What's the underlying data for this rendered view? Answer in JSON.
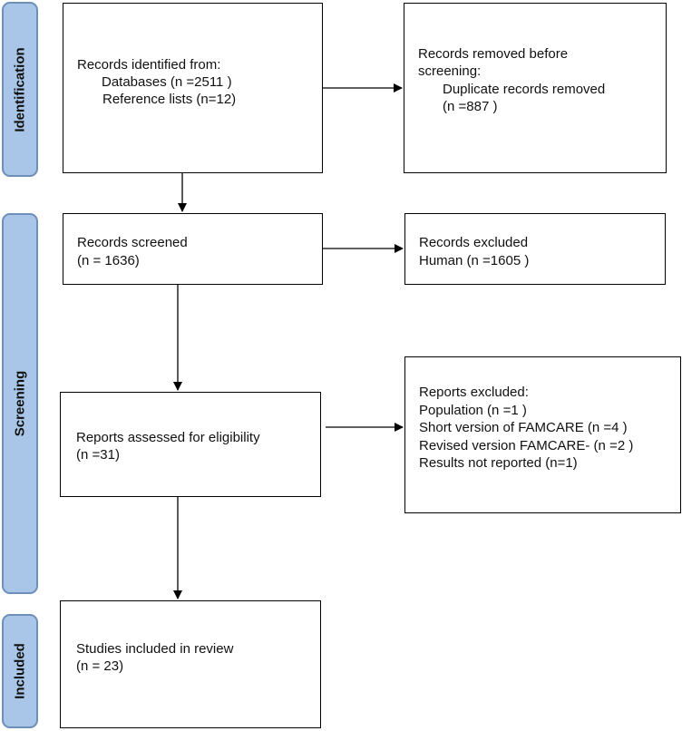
{
  "phases": {
    "identification": "Identification",
    "screening": "Screening",
    "included": "Included"
  },
  "identified": {
    "line1": "Records identified from:",
    "line2": "Databases (n =2511 )",
    "line3": "Reference lists (n=12)"
  },
  "removed": {
    "line1": "Records removed before",
    "line2": "screening:",
    "line3": "Duplicate records removed",
    "line4": "(n =887 )"
  },
  "screened": {
    "line1": "Records screened",
    "line2": "(n = 1636)"
  },
  "excluded": {
    "line1": "Records excluded",
    "line2": "Human (n =1605 )"
  },
  "assessed": {
    "line1": "Reports assessed for eligibility",
    "line2": "(n =31)"
  },
  "reports_excluded": {
    "line1": "Reports excluded:",
    "line2": "Population  (n =1 )",
    "line3": "Short version of FAMCARE (n =4 )",
    "line4": "Revised version FAMCARE- (n =2 )",
    "line5": "Results not reported (n=1)"
  },
  "included": {
    "line1": "Studies included in review",
    "line2": "(n = 23)"
  }
}
